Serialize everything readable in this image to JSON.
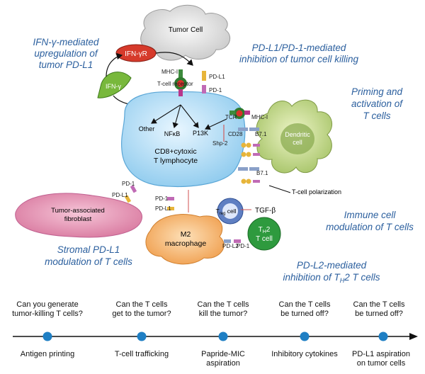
{
  "nodes": {
    "tumor_cell": "Tumor Cell",
    "ifn_gamma_r": "IFN-γR",
    "ifn_gamma": "IFN-γ",
    "cd8": [
      "CD8+cytoxic",
      "T lymphocyte"
    ],
    "dendritic": [
      "Dendritic",
      "cell"
    ],
    "fibroblast": [
      "Tumor-associated",
      "fibroblast"
    ],
    "m2": [
      "M2",
      "macrophage"
    ],
    "treg": "T",
    "treg_sub": "reg",
    "treg_tail": " cell",
    "th2": "T",
    "th2_sub": "H",
    "th2_tail": "2",
    "th2_line2": "T cell"
  },
  "molecules": {
    "mhc1_tumor": "MHC-I",
    "tcr_tumor": "T-cell receptor",
    "pdl1": "PD-L1",
    "pd1": "PD-1",
    "tcr": "TCR",
    "mhc1": "MHC-I",
    "cd28": "CD28",
    "b71": "B7.1",
    "pdl2": "PD-L2",
    "shp2": "Shp-2",
    "other": "Other",
    "nfkb": "NFκB",
    "p13k": "P13K",
    "tgf_beta": "TGF-β",
    "t_cell_polarization": "T-cell polarization"
  },
  "captions": {
    "ifn": [
      "IFN-γ-mediated",
      "upregulation of",
      "tumor PD-L1"
    ],
    "pdl1_pd1": [
      "PD-L1/PD-1-mediated",
      "inhibition of tumor cell killing"
    ],
    "priming": [
      "Priming and",
      "activation of",
      "T cells"
    ],
    "immune": [
      "Immune cell",
      "modulation of T cells"
    ],
    "stromal": [
      "Stromal PD-L1",
      "modulation of T cells"
    ],
    "pdl2_pre": "PD-L2-mediated",
    "pdl2_line2": "inhibition of T",
    "pdl2_sub": "H",
    "pdl2_tail": "2 T cells"
  },
  "timeline": {
    "questions": [
      [
        "Can you generate",
        "tumor-killing T cells?"
      ],
      [
        "Can the T cells",
        "get to the tumor?"
      ],
      [
        "Can the T cells",
        "kill the tumor?"
      ],
      [
        "Can the T cells",
        "be turned off?"
      ],
      [
        "Can the T cells",
        "be turned off?"
      ]
    ],
    "stages": [
      [
        "Antigen printing"
      ],
      [
        "T-cell trafficking"
      ],
      [
        "Papride-MIC",
        "aspiration"
      ],
      [
        "Inhibitory cytokines"
      ],
      [
        "PD-L1 aspiration",
        "on tumor cells"
      ]
    ]
  },
  "colors": {
    "caption_blue": "#2b5f9e",
    "timeline_dot": "#1f7fc4"
  }
}
